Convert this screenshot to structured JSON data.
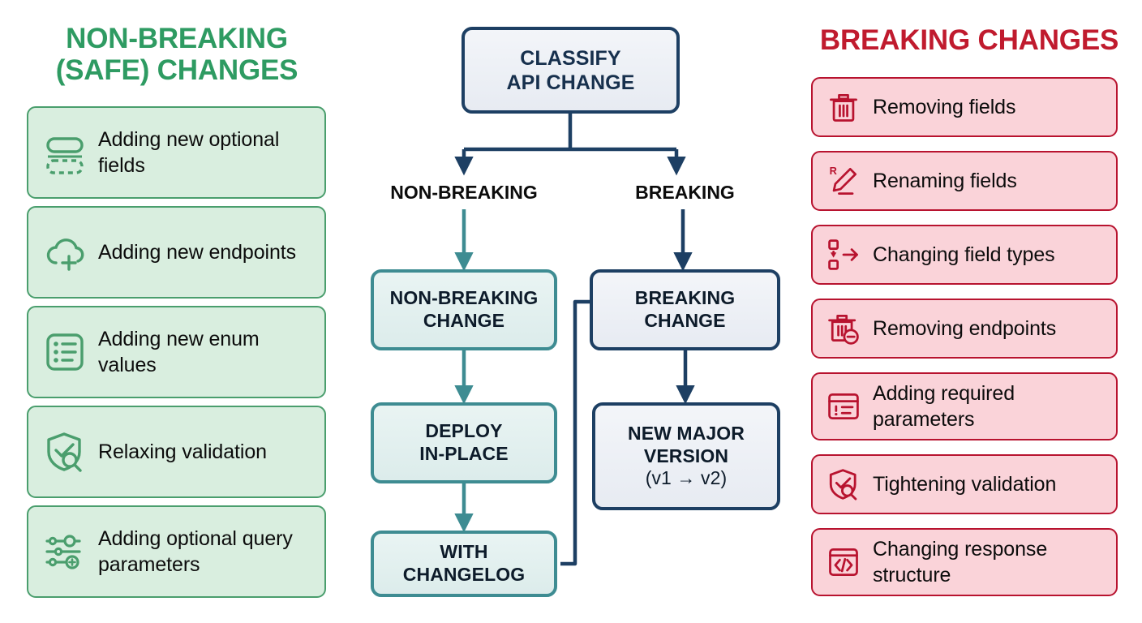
{
  "headings": {
    "safe": "NON-BREAKING\n(SAFE) CHANGES",
    "safe_line1": "NON-BREAKING",
    "safe_line2": "(SAFE) CHANGES",
    "breaking": "BREAKING CHANGES"
  },
  "colors": {
    "safe_title": "#2e9b62",
    "safe_fill": "#d9eedf",
    "safe_border": "#4a9e6d",
    "breaking_title": "#c01b2e",
    "breaking_fill": "#fad3d9",
    "breaking_border": "#b8132f",
    "navy_border": "#1d3f63",
    "navy_fill": "#eef1f6",
    "teal_border": "#3e8c92",
    "teal_fill": "#e3f0ef",
    "text": "#0c0c0c"
  },
  "safe_changes": [
    {
      "label": "Adding new optional fields",
      "icon": "optional-field-icon"
    },
    {
      "label": "Adding new endpoints",
      "icon": "cloud-plus-icon"
    },
    {
      "label": "Adding new enum values",
      "icon": "list-icon"
    },
    {
      "label": "Relaxing validation",
      "icon": "shield-check-search-icon"
    },
    {
      "label": "Adding optional query parameters",
      "icon": "sliders-plus-icon"
    }
  ],
  "breaking_changes": [
    {
      "label": "Removing fields",
      "icon": "trash-icon"
    },
    {
      "label": "Renaming fields",
      "icon": "rename-pencil-icon"
    },
    {
      "label": "Changing field types",
      "icon": "type-transform-arrow-icon"
    },
    {
      "label": "Removing endpoints",
      "icon": "trash-minus-icon"
    },
    {
      "label": "Adding required parameters",
      "icon": "form-required-icon"
    },
    {
      "label": "Tightening validation",
      "icon": "shield-check-search-icon"
    },
    {
      "label": "Changing response structure",
      "icon": "code-window-icon"
    }
  ],
  "flow": {
    "root": {
      "line1": "CLASSIFY",
      "line2": "API CHANGE"
    },
    "branch_labels": {
      "left": "NON-BREAKING",
      "right": "BREAKING"
    },
    "non_breaking_change": {
      "line1": "NON-BREAKING",
      "line2": "CHANGE"
    },
    "breaking_change": {
      "line1": "BREAKING",
      "line2": "CHANGE"
    },
    "deploy": {
      "line1": "DEPLOY",
      "line2": "IN-PLACE"
    },
    "changelog": {
      "line1": "WITH",
      "line2": "CHANGELOG"
    },
    "new_major_version": {
      "line1": "NEW MAJOR",
      "line2": "VERSION",
      "line3": "(v1 → v2)"
    }
  }
}
